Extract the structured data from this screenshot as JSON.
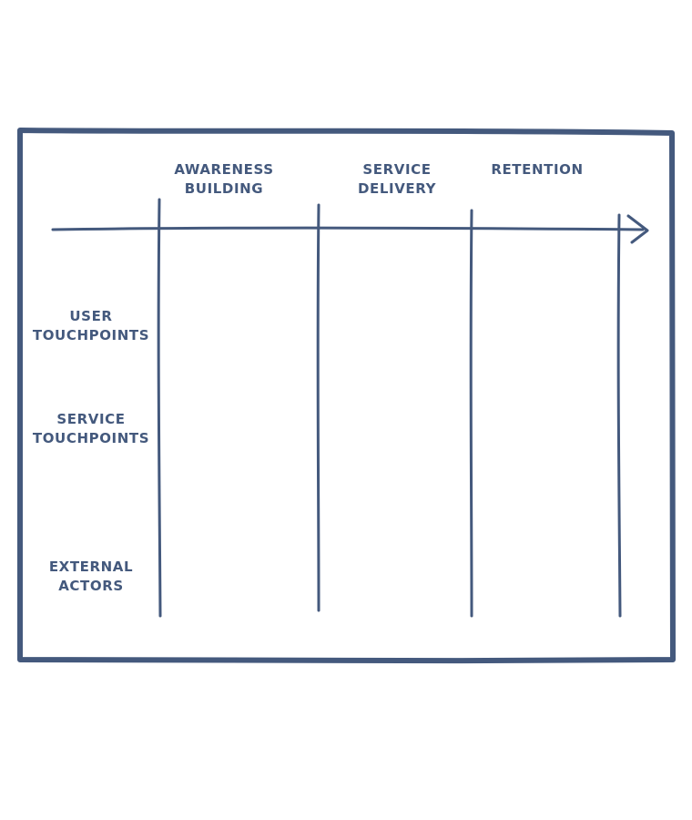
{
  "colors": {
    "ink": "#44597d",
    "background": "#ffffff"
  },
  "phases": [
    {
      "line1": "Awareness",
      "line2": "Building"
    },
    {
      "line1": "Service",
      "line2": "Delivery"
    },
    {
      "line1": "Retention",
      "line2": ""
    }
  ],
  "rows": [
    {
      "line1": "User",
      "line2": "Touchpoints"
    },
    {
      "line1": "Service",
      "line2": "Touchpoints"
    },
    {
      "line1": "External",
      "line2": "Actors"
    }
  ],
  "icons": {
    "timeline_arrowhead": "chevron-right-icon"
  }
}
